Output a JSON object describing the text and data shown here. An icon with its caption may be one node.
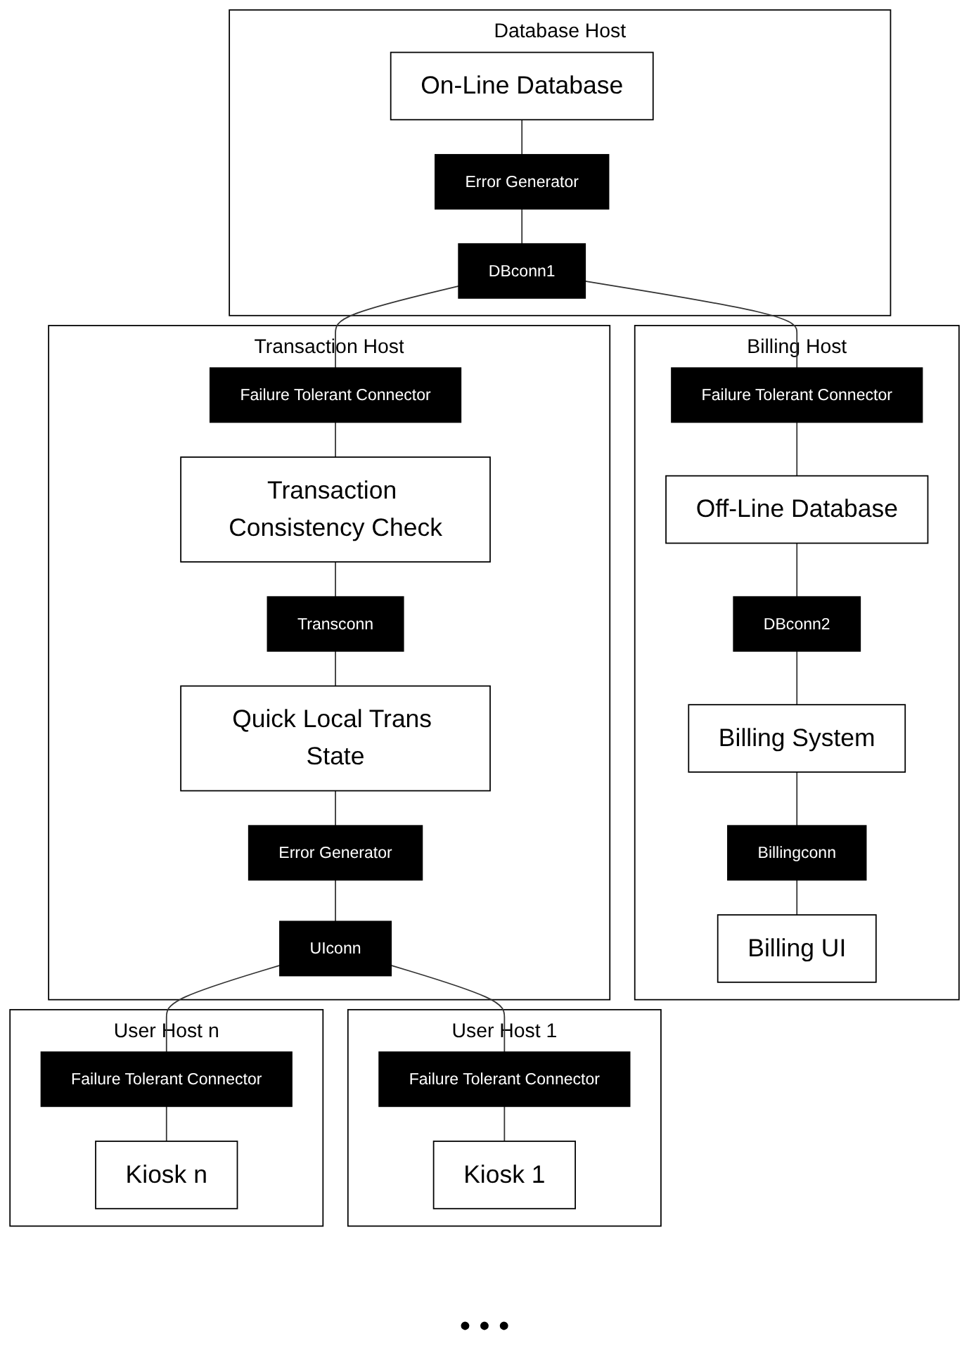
{
  "diagram": {
    "nodes": [
      {
        "text": [
          "Database Host"
        ]
      },
      {
        "text": [
          "On-Line Database"
        ],
        "in": 0
      },
      {
        "text": [
          "Error Generator"
        ],
        "in": 0
      },
      {
        "text": [
          "DBconn1"
        ],
        "in": 0
      },
      {
        "text": [
          "Billing Host"
        ]
      },
      {
        "text": [
          "Failure Tolerant Connector"
        ],
        "in": 4
      },
      {
        "text": [
          "Off-Line Database"
        ],
        "in": 4
      },
      {
        "text": [
          "DBconn2"
        ],
        "in": 4
      },
      {
        "text": [
          "Billing System"
        ],
        "in": 4
      },
      {
        "text": [
          "Billingconn"
        ],
        "in": 4
      },
      {
        "text": [
          "Billing UI"
        ],
        "in": 4
      },
      {
        "text": [
          "Transaction Host"
        ]
      },
      {
        "text": [
          "Failure Tolerant Connector"
        ],
        "in": 11
      },
      {
        "text": [
          "Transaction Consistency Check"
        ],
        "in": 11
      },
      {
        "text": [
          "Transconn"
        ],
        "in": 11
      },
      {
        "text": [
          "Quick Local Trans State"
        ],
        "in": 11
      },
      {
        "text": [
          "Error Generator"
        ],
        "in": 11
      },
      {
        "text": [
          "UIconn"
        ],
        "in": 11
      },
      {
        "text": [
          "User Host 1"
        ]
      },
      {
        "text": [
          "Failure Tolerant Connector"
        ],
        "in": 18
      },
      {
        "text": [
          "Kiosk 1"
        ],
        "in": 18
      },
      {
        "text": [
          "User Host n"
        ]
      },
      {
        "text": [
          "Failure Tolerant Connector"
        ],
        "in": 21
      },
      {
        "text": [
          "Kiosk n"
        ],
        "in": 21
      }
    ],
    "edges": [
      {
        "from": 1,
        "to": 2,
        "arrow": "none"
      },
      {
        "from": 2,
        "to": 3,
        "arrow": "none"
      },
      {
        "from": 3,
        "to": 5,
        "arrow": "none"
      },
      {
        "from": 3,
        "to": 12,
        "arrow": "none"
      },
      {
        "from": 5,
        "to": 6,
        "arrow": "none"
      },
      {
        "from": 6,
        "to": 7,
        "arrow": "none"
      },
      {
        "from": 7,
        "to": 8,
        "arrow": "none"
      },
      {
        "from": 8,
        "to": 9,
        "arrow": "none"
      },
      {
        "from": 9,
        "to": 10,
        "arrow": "none"
      },
      {
        "from": 12,
        "to": 13,
        "arrow": "none"
      },
      {
        "from": 13,
        "to": 14,
        "arrow": "none"
      },
      {
        "from": 14,
        "to": 15,
        "arrow": "none"
      },
      {
        "from": 15,
        "to": 16,
        "arrow": "none"
      },
      {
        "from": 16,
        "to": 17,
        "arrow": "none"
      },
      {
        "from": 17,
        "to": 19,
        "arrow": "none"
      },
      {
        "from": 17,
        "to": 22,
        "arrow": "none"
      },
      {
        "from": 19,
        "to": 20,
        "arrow": "none"
      },
      {
        "from": 22,
        "to": 23,
        "arrow": "none"
      }
    ],
    "labels": [
      "• • •"
    ]
  }
}
